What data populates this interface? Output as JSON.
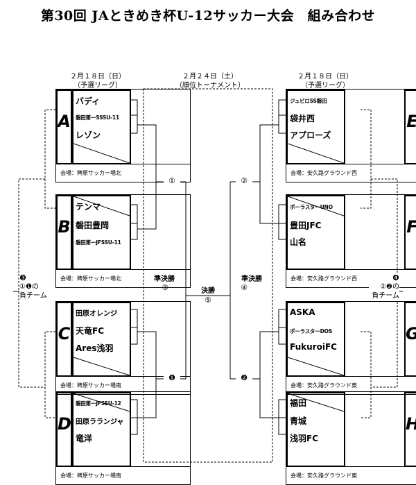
{
  "title": "第30回 JAときめき杯U-12サッカー大会　組み合わせ",
  "left_header": {
    "date": "２月１８日（日）",
    "sub": "（予選リーグ）"
  },
  "center_header": {
    "date": "２月２４日（土）",
    "sub": "（順位トーナメント）"
  },
  "right_header": {
    "date": "２月１８日（日）",
    "sub": "（予選リーグ）"
  },
  "groups": {
    "A": {
      "letter": "A",
      "teams": [
        "バディ",
        "磐田第一SSSU-11",
        "レゾン"
      ],
      "venue": "会場：稗原サッカー場北"
    },
    "B": {
      "letter": "B",
      "teams": [
        "テンマ",
        "磐田豊岡",
        "磐田第一JFSSU-11"
      ],
      "venue": "会場：稗原サッカー場北"
    },
    "C": {
      "letter": "C",
      "teams": [
        "田原オレンジ",
        "天竜FC",
        "Ares浅羽"
      ],
      "venue": "会場：稗原サッカー場南"
    },
    "D": {
      "letter": "D",
      "teams": [
        "磐田第一JFSSU-12",
        "田原ラランジャ",
        "竜洋"
      ],
      "venue": "会場：稗原サッカー場南"
    },
    "E": {
      "letter": "E",
      "teams": [
        "ジュビロSS磐田",
        "袋井西",
        "アプローズ"
      ],
      "venue": "会場：安久路グラウンド西"
    },
    "F": {
      "letter": "F",
      "teams": [
        "ポーラスターUNO",
        "豊田JFC",
        "山名"
      ],
      "venue": "会場：安久路グラウンド西"
    },
    "G": {
      "letter": "G",
      "teams": [
        "ASKA",
        "ポーラスターDOS",
        "FukuroiFC"
      ],
      "venue": "会場：安久路グラウンド東"
    },
    "H": {
      "letter": "H",
      "teams": [
        "福田",
        "青城",
        "浅羽FC"
      ],
      "venue": "会場：安久路グラウンド東"
    }
  },
  "bracket": {
    "m1": "①",
    "m2": "②",
    "m3": "③",
    "m4": "④",
    "m5": "⑤",
    "mb1": "❶",
    "mb2": "❷",
    "semi_left": "準決勝",
    "semi_right": "準決勝",
    "final": "決勝"
  },
  "side_left": {
    "num": "❸",
    "line1": "①❶の",
    "line2": "負チーム"
  },
  "side_right": {
    "num": "❹",
    "line1": "②❷の",
    "line2": "負チーム"
  }
}
